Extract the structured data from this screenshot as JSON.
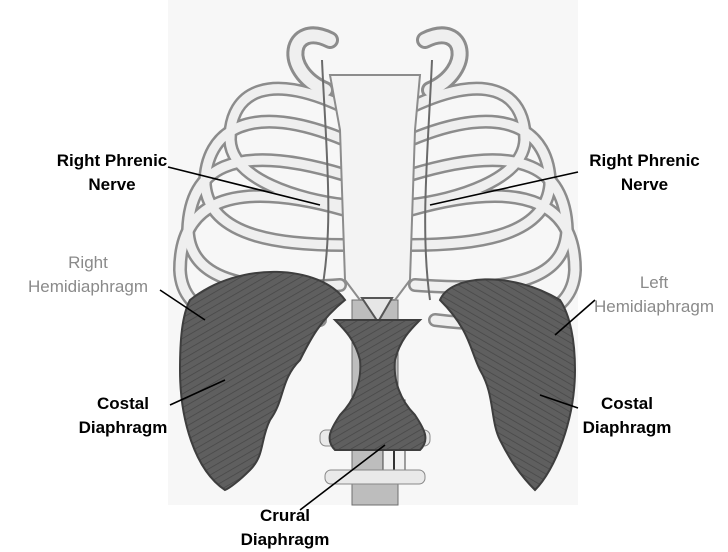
{
  "labels": {
    "right_phrenic": {
      "line1": "Right Phrenic",
      "line2": "Nerve"
    },
    "left_phrenic": {
      "line1": "Right Phrenic",
      "line2": "Nerve"
    },
    "right_hemi": {
      "line1": "Right",
      "line2": "Hemidiaphragm"
    },
    "left_hemi": {
      "line1": "Left",
      "line2": "Hemidiaphragm"
    },
    "costal_right": {
      "line1": "Costal",
      "line2": "Diaphragm"
    },
    "costal_left": {
      "line1": "Costal",
      "line2": "Diaphragm"
    },
    "crural": {
      "line1": "Crural",
      "line2": "Diaphragm"
    }
  },
  "colors": {
    "label_bold": "#000000",
    "label_grey": "#8a8a8a",
    "bone": "#efefef",
    "bone_stroke": "#8c8c8c",
    "muscle": "#5f5f5f",
    "muscle_dark": "#3e3e3e",
    "leader": "#000000"
  }
}
